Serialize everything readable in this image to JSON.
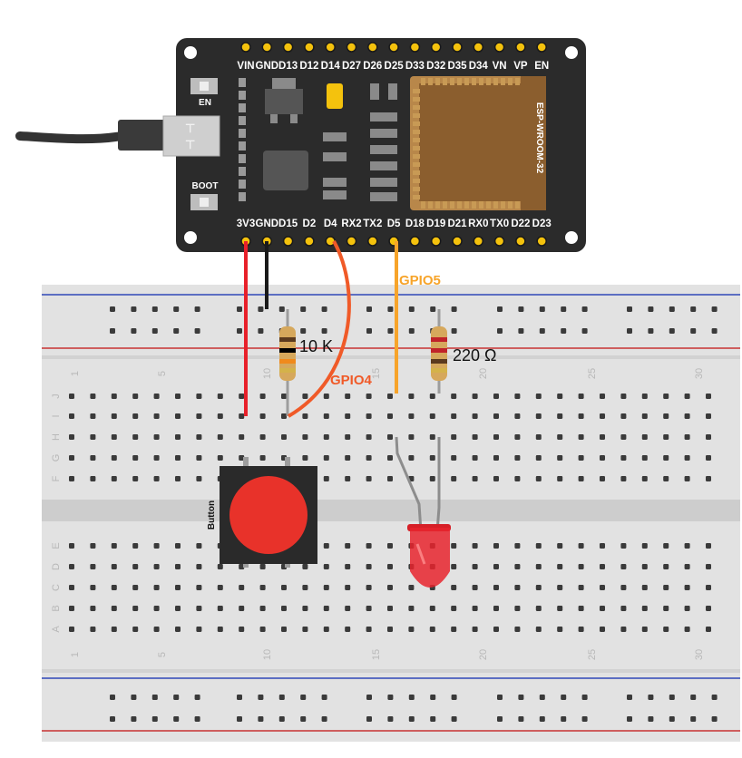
{
  "board": {
    "top_pins": [
      "VIN",
      "GND",
      "D13",
      "D12",
      "D14",
      "D27",
      "D26",
      "D25",
      "D33",
      "D32",
      "D35",
      "D34",
      "VN",
      "VP",
      "EN"
    ],
    "bottom_pins": [
      "3V3",
      "GND",
      "D15",
      "D2",
      "D4",
      "RX2",
      "TX2",
      "D5",
      "D18",
      "D19",
      "D21",
      "RX0",
      "TX0",
      "D22",
      "D23"
    ],
    "en_label": "EN",
    "boot_label": "BOOT",
    "module_label": "ESP-WROOM-32"
  },
  "breadboard": {
    "column_numbers": [
      "1",
      "5",
      "10",
      "15",
      "20",
      "25",
      "30"
    ],
    "top_rows": [
      "J",
      "I",
      "H",
      "G",
      "F"
    ],
    "bottom_rows": [
      "E",
      "D",
      "C",
      "B",
      "A"
    ]
  },
  "components": {
    "resistor1_label": "10 K",
    "resistor2_label": "220 Ω",
    "button_label": "Button"
  },
  "wires": {
    "gpio5_label": "GPIO5",
    "gpio4_label": "GPIO4"
  },
  "colors": {
    "board": "#2b2b2b",
    "wire_3v3": "#e8202a",
    "wire_gnd": "#1a1a1a",
    "wire_gpio4": "#f05a28",
    "wire_gpio5": "#f7a42a",
    "rail_blue": "#2f47b8",
    "rail_red": "#c83232",
    "button_cap": "#e8322a",
    "led": "#e8252e"
  }
}
